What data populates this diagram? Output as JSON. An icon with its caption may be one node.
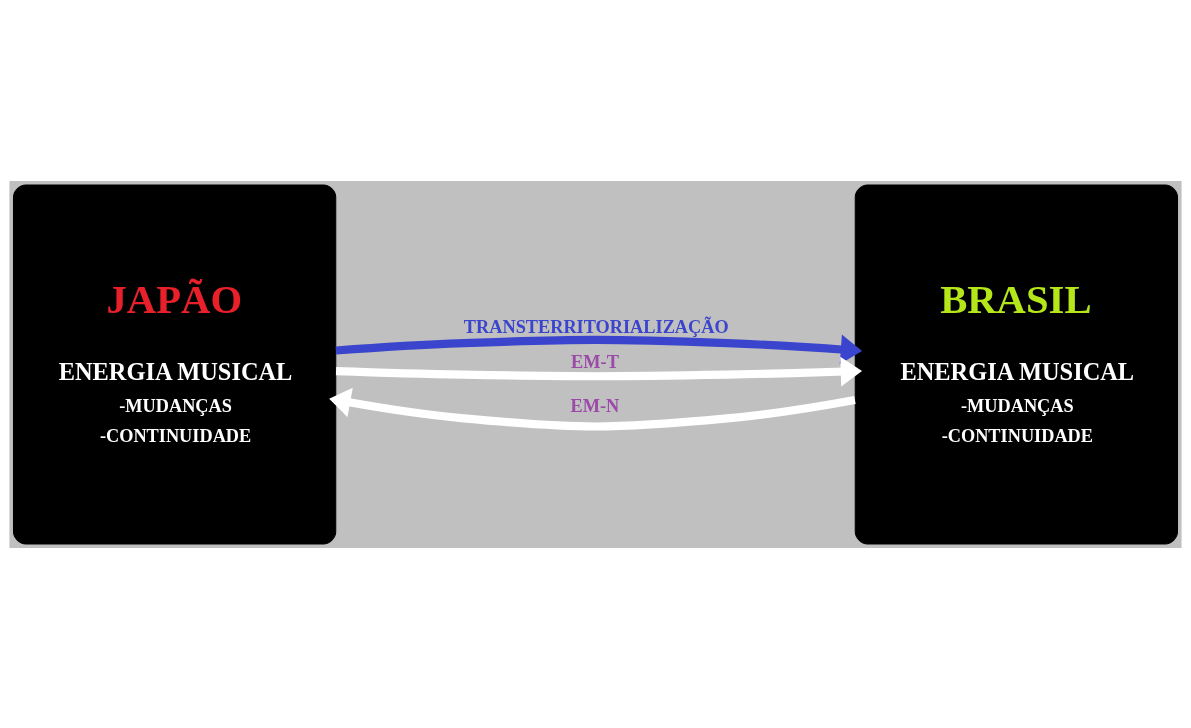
{
  "diagram": {
    "nodes": [
      {
        "text": [
          "JAPÃO",
          "ENERGIA MUSICAL",
          "-MUDANÇAS",
          "-CONTINUIDADE"
        ]
      },
      {
        "text": [
          "BRASIL",
          "ENERGIA MUSICAL",
          "-MUDANÇAS",
          "-CONTINUIDADE"
        ]
      }
    ],
    "edges": [
      {
        "from": 0,
        "to": 1,
        "arrow": "to",
        "label": "TRANSTERRITORIALIZAÇÃO",
        "color": "#3a44cc"
      },
      {
        "from": 0,
        "to": 1,
        "arrow": "to",
        "label": "EM-T"
      },
      {
        "from": 1,
        "to": 0,
        "arrow": "to",
        "label": "EM-N"
      }
    ]
  }
}
